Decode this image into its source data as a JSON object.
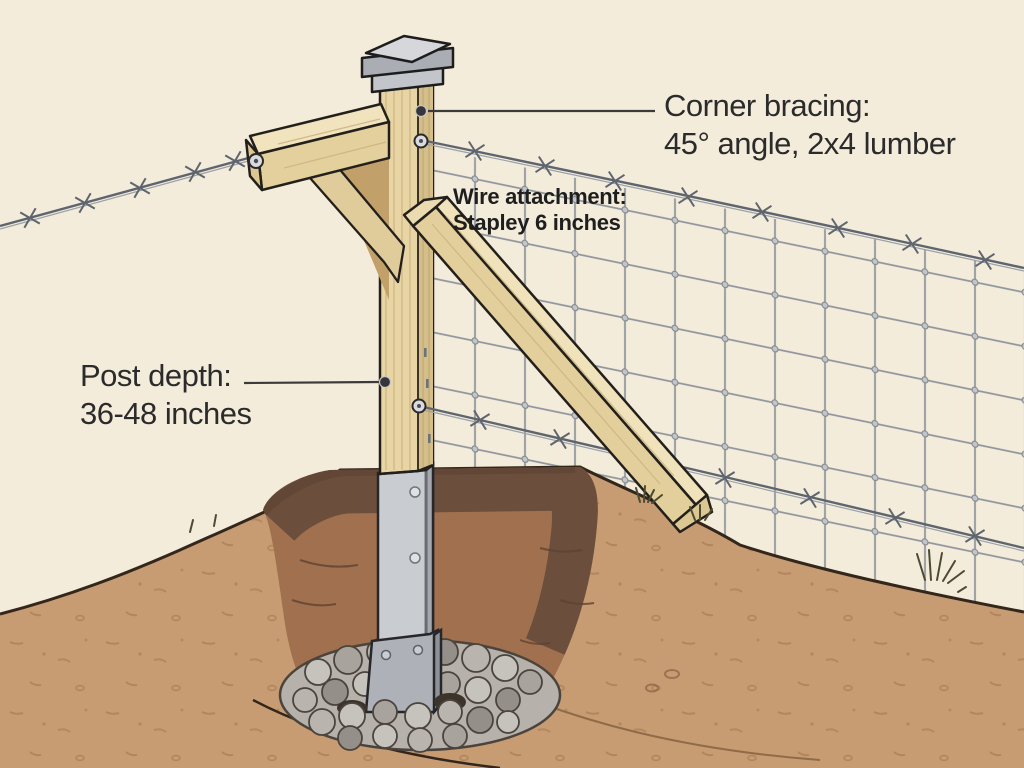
{
  "figure": {
    "labels": {
      "corner_bracing": {
        "line1": "Corner bracing:",
        "line2": "45° angle, 2x4 lumber"
      },
      "wire_attachment": {
        "line1": "Wire attachment:",
        "line2": "Stapley 6 inches"
      },
      "post_depth": {
        "line1": "Post depth:",
        "line2": "36-48 inches"
      }
    },
    "colors": {
      "background": "#f4ecdb",
      "wood_front": "#e8d5a5",
      "wood_side": "#d5be8a",
      "wood_top": "#f0e3bd",
      "wood_end": "#dcc692",
      "cap_top": "#d5d7da",
      "cap_skirt": "#aaaeb4",
      "metal_light": "#c9ccd1",
      "metal_side": "#a4a8ae",
      "metal_collar": "#aeb2b8",
      "dirt": "#c79c73",
      "hole_dark": "#6b4e3c",
      "hole_mid": "#a1704e",
      "gravel": "#b6b1ab",
      "wire": "#5f656e",
      "mesh": "#8e949c",
      "outline": "#23201c",
      "text": "#2b2b2b"
    }
  }
}
